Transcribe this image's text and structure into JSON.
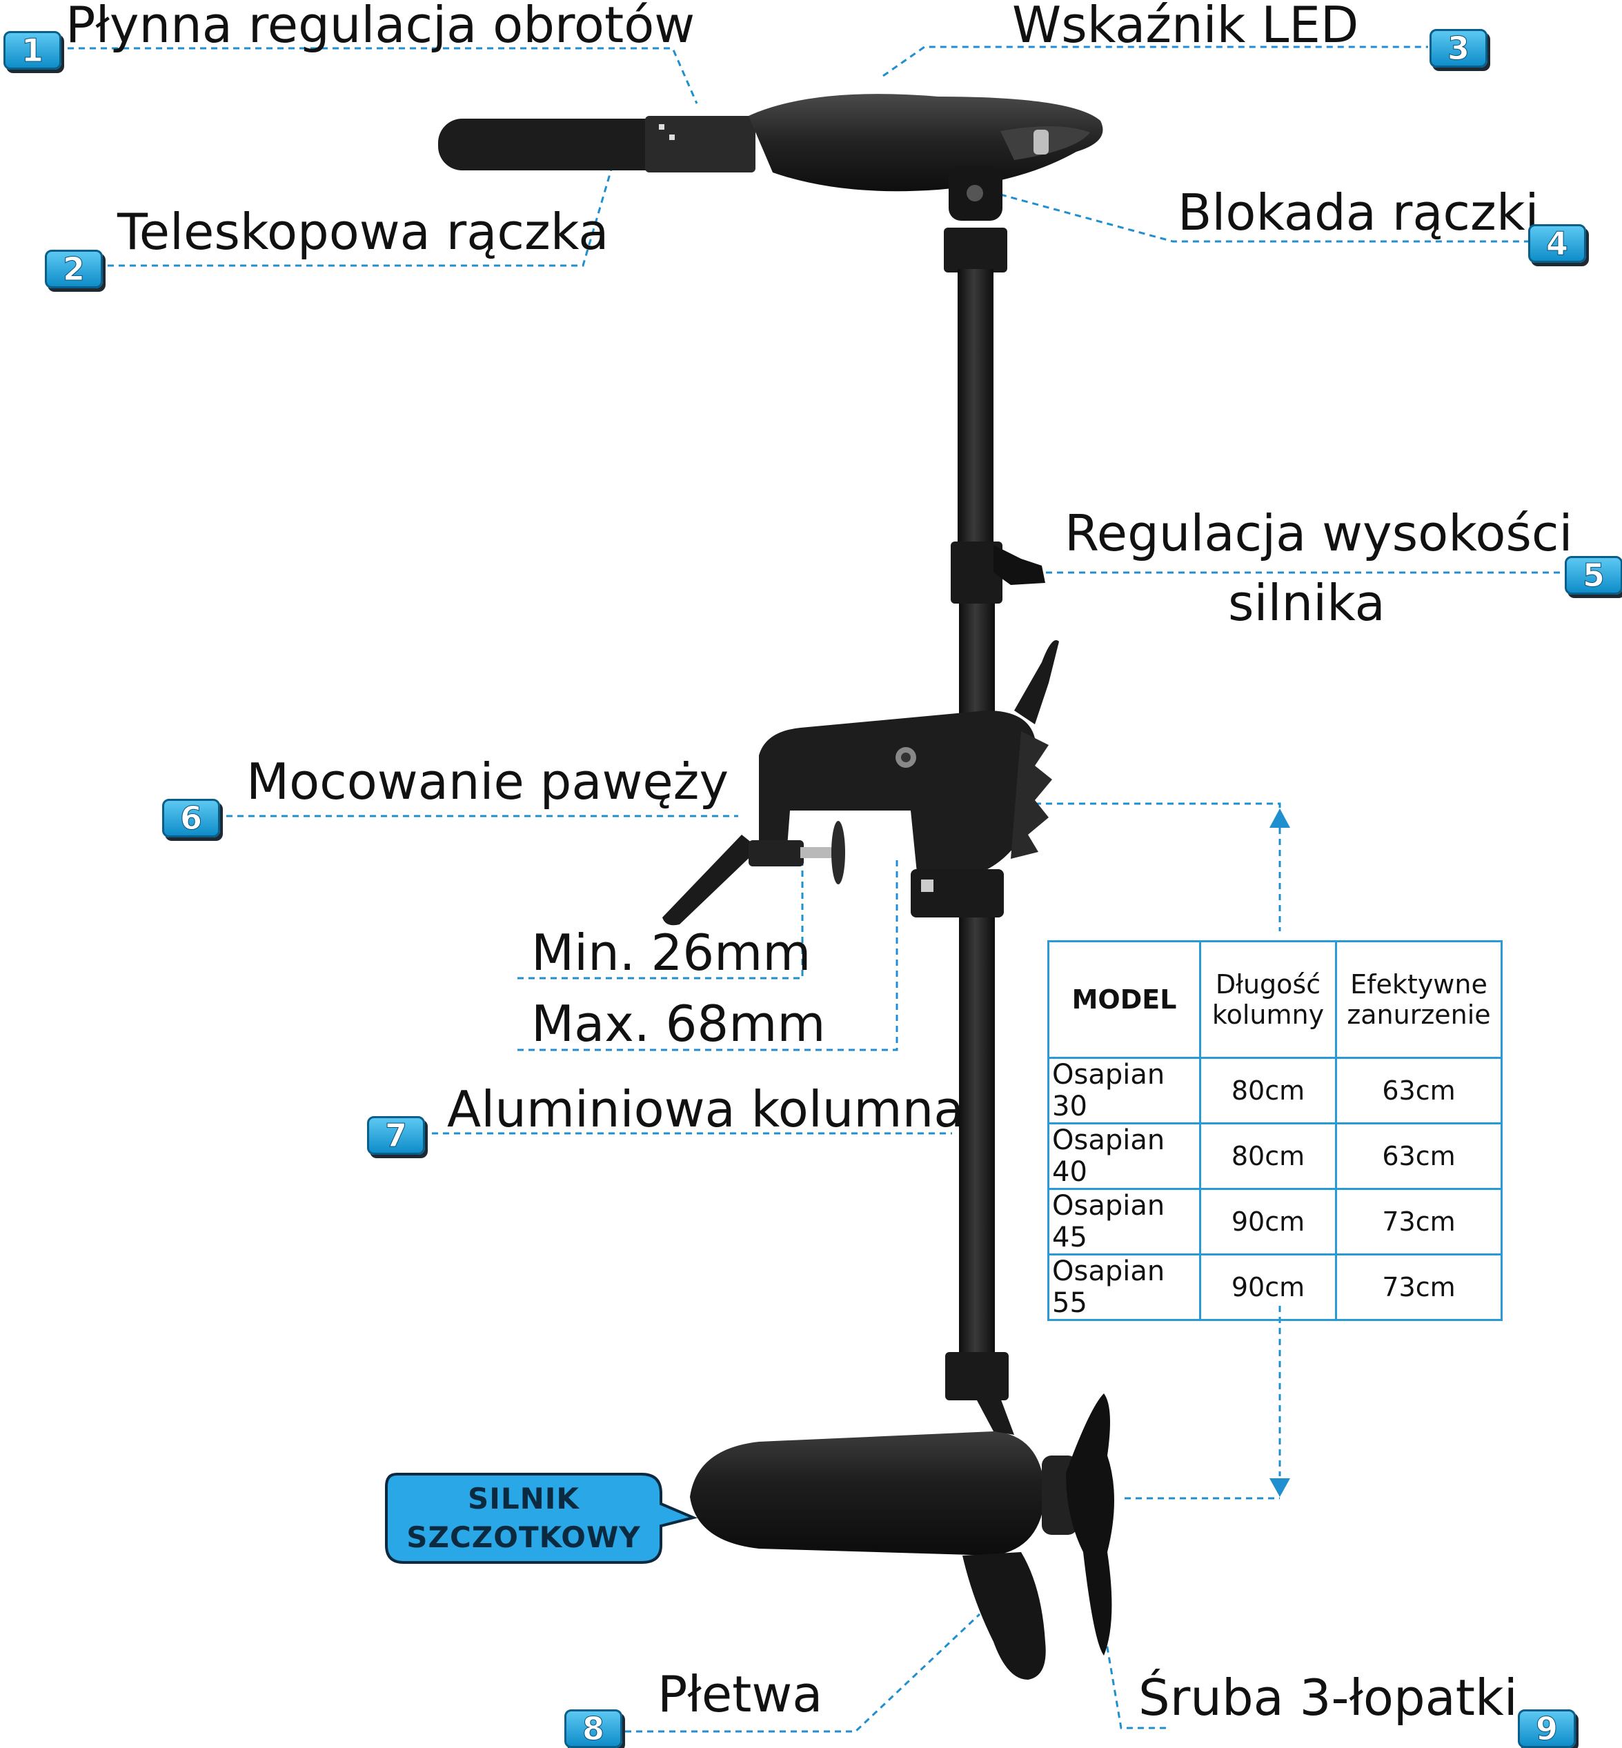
{
  "labels": {
    "l1": "Płynna regulacja obrotów",
    "l2": "Teleskopowa rączka",
    "l3": "Wskaźnik LED",
    "l4": "Blokada rączki",
    "l5a": "Regulacja wysokości",
    "l5b": "silnika",
    "l6": "Mocowanie pawężу",
    "min": "Min. 26mm",
    "max": "Max. 68mm",
    "l7": "Aluminiowa kolumna",
    "l8": "Płetwa",
    "l9": "Śruba 3-łopatki"
  },
  "badges": [
    "1",
    "2",
    "3",
    "4",
    "5",
    "6",
    "7",
    "8",
    "9"
  ],
  "callout": {
    "line1": "SILNIK",
    "line2": "SZCZOTKOWY"
  },
  "table": {
    "headers": {
      "model": "MODEL",
      "col2a": "Długość",
      "col2b": "kolumny",
      "col3a": "Efektywne",
      "col3b": "zanurzenie"
    },
    "rows": [
      {
        "model": "Osapian 30",
        "length": "80cm",
        "depth": "63cm"
      },
      {
        "model": "Osapian 40",
        "length": "80cm",
        "depth": "63cm"
      },
      {
        "model": "Osapian 45",
        "length": "90cm",
        "depth": "73cm"
      },
      {
        "model": "Osapian 55",
        "length": "90cm",
        "depth": "73cm"
      }
    ]
  },
  "colors": {
    "accent": "#1a9ad9",
    "leader": "#1f8fd0",
    "motor": "#1c1c1c"
  }
}
